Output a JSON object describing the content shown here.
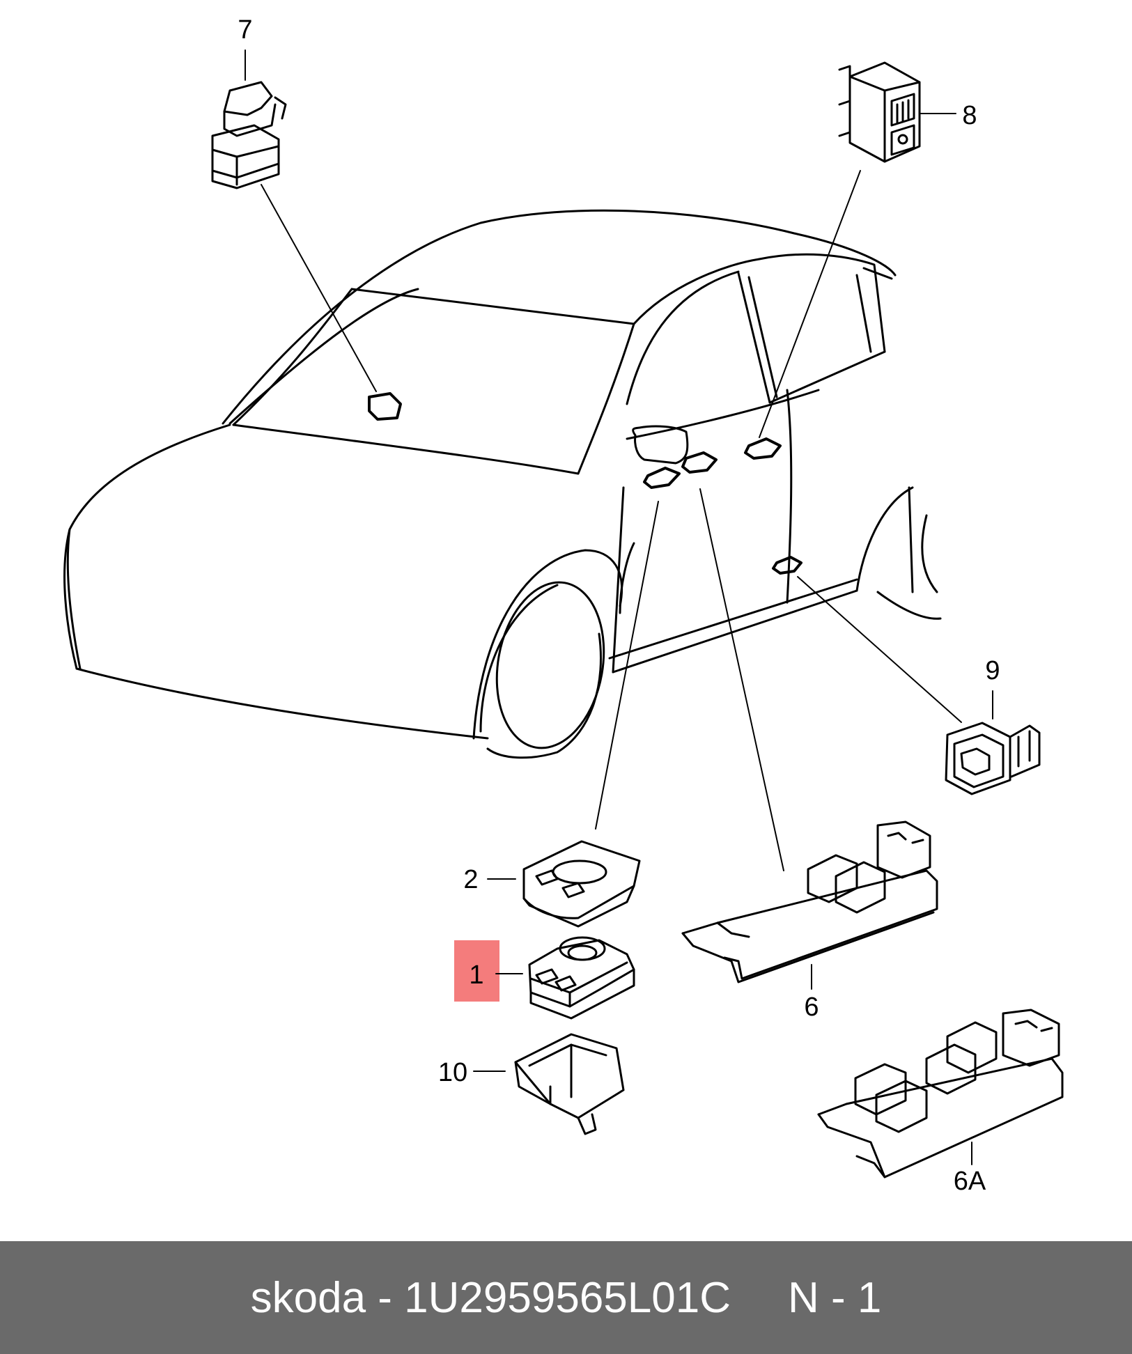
{
  "colors": {
    "footer_bg": "#6a6a6a",
    "footer_text": "#ffffff",
    "highlight": "#f47c7c",
    "line": "#000000"
  },
  "labels": {
    "p1": "1",
    "p2": "2",
    "p6": "6",
    "p6a": "6A",
    "p7": "7",
    "p8": "8",
    "p9": "9",
    "p10": "10"
  },
  "footer": {
    "part": "skoda - 1U2959565L01C",
    "ref": "N - 1"
  }
}
